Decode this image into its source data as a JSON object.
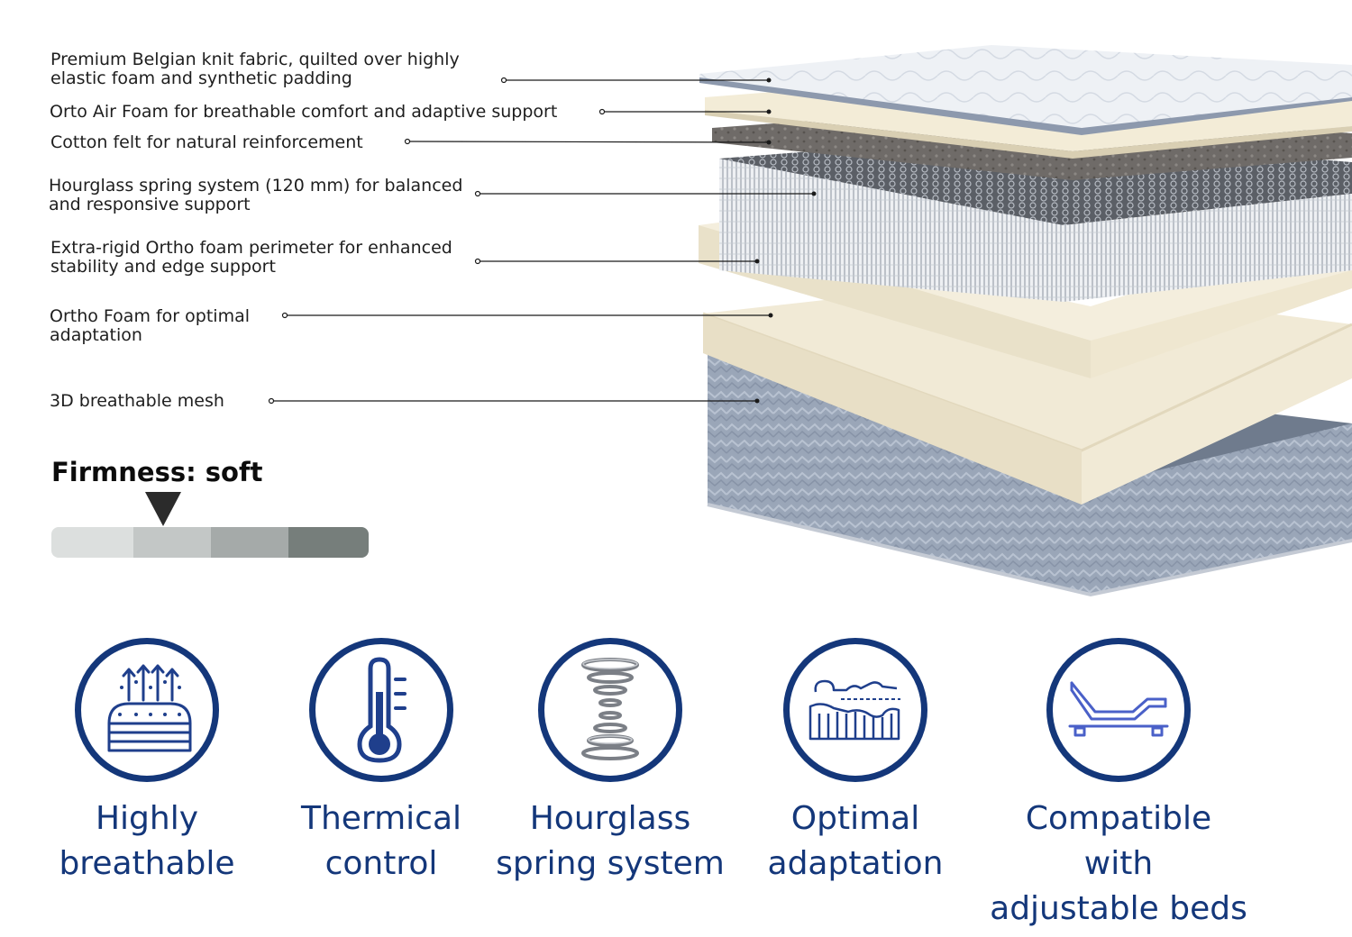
{
  "layers": [
    {
      "line1": "Premium Belgian knit fabric, quilted over highly",
      "line2": "elastic foam and synthetic padding"
    },
    {
      "line1": "Orto Air Foam for breathable comfort and adaptive support",
      "line2": ""
    },
    {
      "line1": "Cotton felt for natural reinforcement",
      "line2": ""
    },
    {
      "line1": "Hourglass spring system (120 mm) for balanced",
      "line2": "and responsive support"
    },
    {
      "line1": "Extra-rigid Ortho foam perimeter for enhanced",
      "line2": "stability and edge support"
    },
    {
      "line1": "Ortho Foam for optimal",
      "line2": "adaptation"
    },
    {
      "line1": "3D breathable mesh",
      "line2": ""
    }
  ],
  "firmness": {
    "title": "Firmness: soft",
    "level": 2,
    "levels": 4,
    "colors": [
      "#dcdfde",
      "#c3c7c6",
      "#a5aaa9",
      "#767e7b"
    ]
  },
  "features": [
    {
      "icon": "breathable-mattress-icon",
      "line1": "Highly",
      "line2": "breathable"
    },
    {
      "icon": "thermometer-icon",
      "line1": "Thermical",
      "line2": "control"
    },
    {
      "icon": "hourglass-spring-icon",
      "line1": "Hourglass",
      "line2": "spring system"
    },
    {
      "icon": "body-adaptation-icon",
      "line1": "Optimal",
      "line2": "adaptation"
    },
    {
      "icon": "adjustable-bed-icon",
      "line1": "Compatible with",
      "line2": "adjustable beds"
    }
  ],
  "colors": {
    "brand": "#14377a",
    "icon_line": "#1f3f8c"
  }
}
